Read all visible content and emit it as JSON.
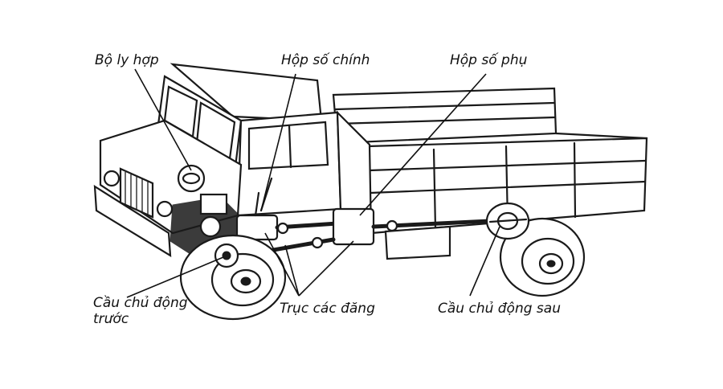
{
  "labels": {
    "clutch": "Bộ ly hợp",
    "main_gearbox": "Hộp số chính",
    "transfer_case": "Hộp số phụ",
    "front_axle_line1": "Cầu chủ động",
    "front_axle_line2": "trước",
    "drive_shaft": "Trục các đăng",
    "rear_axle": "Cầu chủ động sau"
  }
}
